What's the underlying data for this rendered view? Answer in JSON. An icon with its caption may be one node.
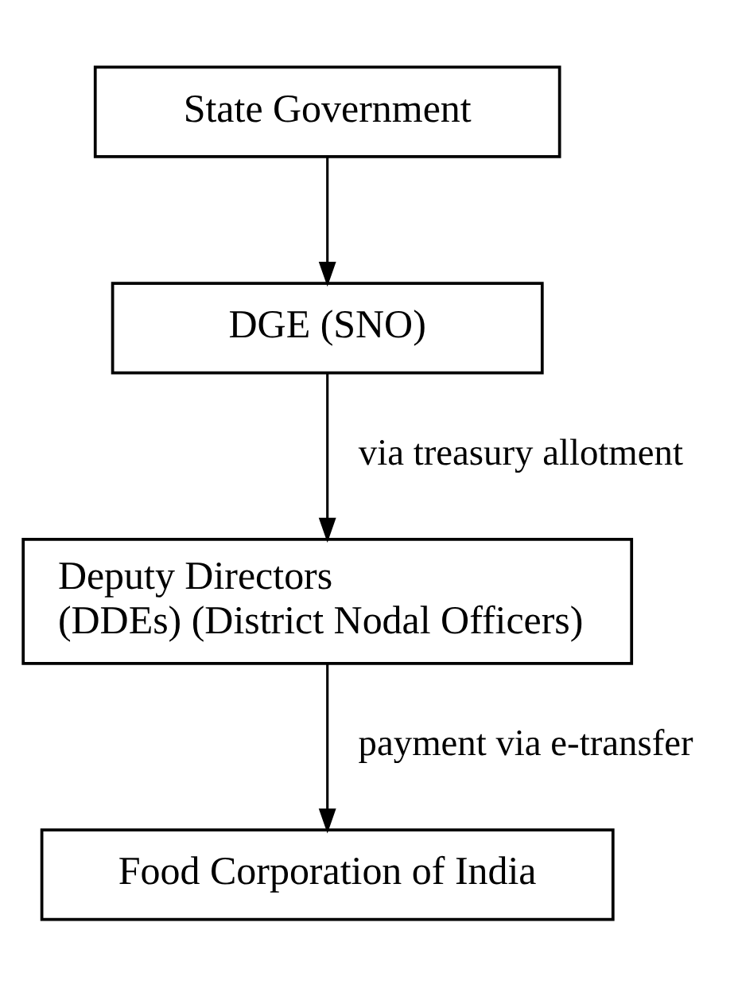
{
  "diagram": {
    "nodes": [
      {
        "text": [
          "State Government"
        ]
      },
      {
        "text": [
          "DGE (SNO)"
        ]
      },
      {
        "text": [
          "Deputy Directors (DDEs) (District Nodal Officers)"
        ]
      },
      {
        "text": [
          "Food Corporation of India"
        ]
      }
    ],
    "edges": [
      {
        "from": 0,
        "to": 1,
        "arrow": "to"
      },
      {
        "from": 1,
        "to": 2,
        "arrow": "to",
        "label": "via treasury allotment"
      },
      {
        "from": 2,
        "to": 3,
        "arrow": "to",
        "label": "payment via e-transfer"
      }
    ]
  }
}
